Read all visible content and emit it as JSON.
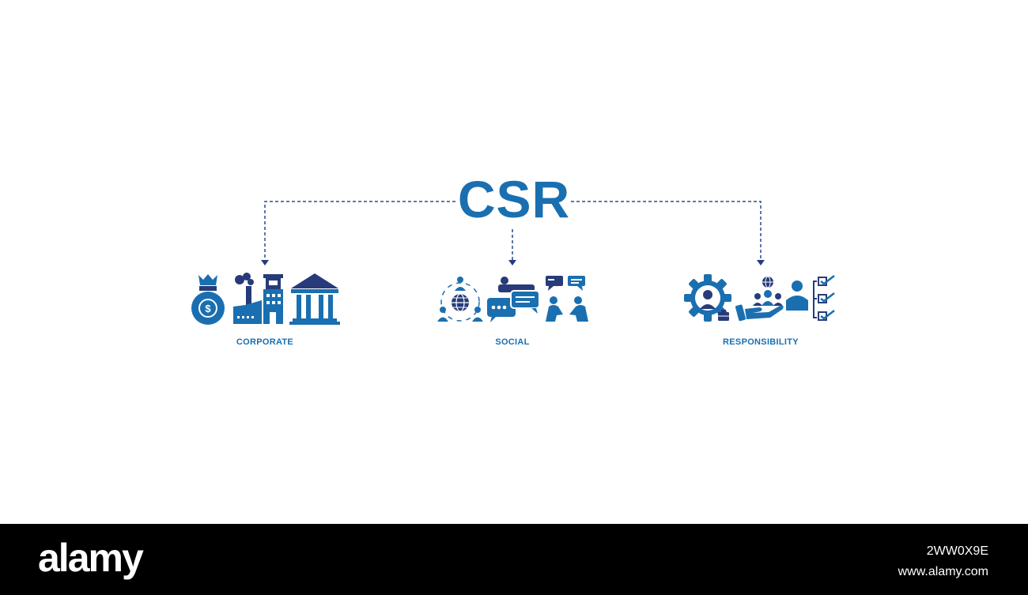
{
  "diagram": {
    "title": "CSR",
    "branches": [
      {
        "label": "CORPORATE",
        "icons": [
          "money-bag-icon",
          "factory-icon",
          "bank-building-icon"
        ]
      },
      {
        "label": "SOCIAL",
        "icons": [
          "global-community-icon",
          "chat-bubbles-icon",
          "discussion-icon"
        ]
      },
      {
        "label": "RESPONSIBILITY",
        "icons": [
          "gear-person-icon",
          "helping-hand-icon",
          "checklist-icon"
        ]
      }
    ],
    "colors": {
      "primary": "#1a6fb0",
      "dark": "#273b7a",
      "connector": "#2b4a8c"
    }
  },
  "footer": {
    "brand": "alamy",
    "image_id": "2WW0X9E",
    "url": "www.alamy.com"
  }
}
